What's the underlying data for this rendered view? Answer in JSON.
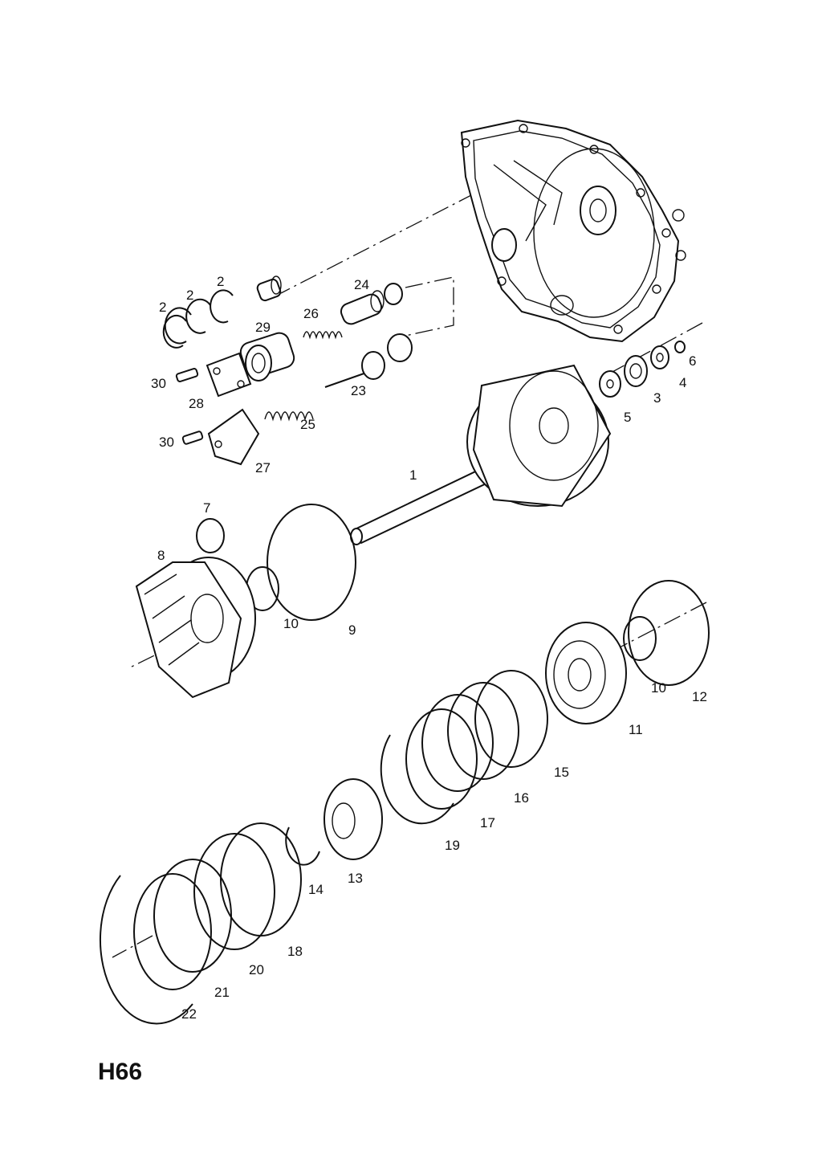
{
  "diagram_code": "H66",
  "callouts": [
    {
      "id": "c2a",
      "text": "2"
    },
    {
      "id": "c2b",
      "text": "2"
    },
    {
      "id": "c2c",
      "text": "2"
    },
    {
      "id": "c24",
      "text": "24"
    },
    {
      "id": "c26",
      "text": "26"
    },
    {
      "id": "c29",
      "text": "29"
    },
    {
      "id": "c30a",
      "text": "30"
    },
    {
      "id": "c28",
      "text": "28"
    },
    {
      "id": "c23",
      "text": "23"
    },
    {
      "id": "c25",
      "text": "25"
    },
    {
      "id": "c30b",
      "text": "30"
    },
    {
      "id": "c27",
      "text": "27"
    },
    {
      "id": "c6",
      "text": "6"
    },
    {
      "id": "c4",
      "text": "4"
    },
    {
      "id": "c3",
      "text": "3"
    },
    {
      "id": "c5",
      "text": "5"
    },
    {
      "id": "c1",
      "text": "1"
    },
    {
      "id": "c7",
      "text": "7"
    },
    {
      "id": "c8",
      "text": "8"
    },
    {
      "id": "c10a",
      "text": "10"
    },
    {
      "id": "c9",
      "text": "9"
    },
    {
      "id": "c10b",
      "text": "10"
    },
    {
      "id": "c12",
      "text": "12"
    },
    {
      "id": "c11",
      "text": "11"
    },
    {
      "id": "c15",
      "text": "15"
    },
    {
      "id": "c16",
      "text": "16"
    },
    {
      "id": "c17",
      "text": "17"
    },
    {
      "id": "c19",
      "text": "19"
    },
    {
      "id": "c13",
      "text": "13"
    },
    {
      "id": "c14",
      "text": "14"
    },
    {
      "id": "c18",
      "text": "18"
    },
    {
      "id": "c20",
      "text": "20"
    },
    {
      "id": "c21",
      "text": "21"
    },
    {
      "id": "c22",
      "text": "22"
    }
  ]
}
